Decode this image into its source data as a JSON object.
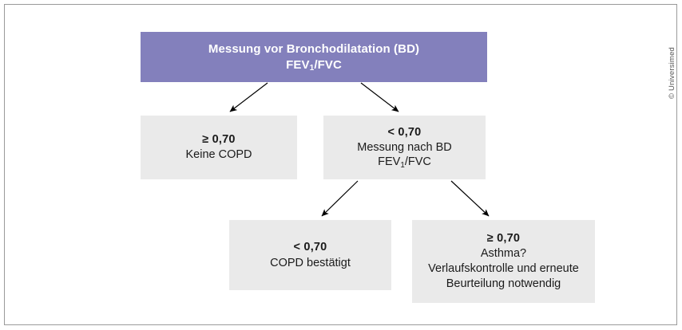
{
  "figure": {
    "credit": "© Universimed",
    "colors": {
      "root_fill": "#8380BC",
      "root_text": "#FFFFFF",
      "node_fill": "#EAEAEA",
      "node_text": "#1B1B1B",
      "arrow": "#000000",
      "frame": "#9A9A9A",
      "background": "#FFFFFF"
    }
  },
  "chart_data": {
    "type": "flowchart",
    "title": "Messung vor Bronchodilatation (BD) FEV1/FVC",
    "nodes": [
      {
        "id": "root",
        "style": "purple",
        "lines": [
          {
            "text": "Messung vor Bronchodilatation (BD)",
            "bold": true
          },
          {
            "text": "FEV1/FVC",
            "bold": true,
            "subscript": "1"
          }
        ]
      },
      {
        "id": "no-copd",
        "style": "grey",
        "lines": [
          {
            "text": "≥ 0,70",
            "bold": true
          },
          {
            "text": "Keine COPD",
            "bold": false
          }
        ]
      },
      {
        "id": "post-bd",
        "style": "grey",
        "lines": [
          {
            "text": "< 0,70",
            "bold": true
          },
          {
            "text": "Messung nach BD",
            "bold": false
          },
          {
            "text": "FEV1/FVC",
            "bold": false,
            "subscript": "1"
          }
        ]
      },
      {
        "id": "copd-confirmed",
        "style": "grey",
        "lines": [
          {
            "text": "< 0,70",
            "bold": true
          },
          {
            "text": "COPD bestätigt",
            "bold": false
          }
        ]
      },
      {
        "id": "asthma",
        "style": "grey",
        "lines": [
          {
            "text": "≥ 0,70",
            "bold": true
          },
          {
            "text": "Asthma?",
            "bold": false
          },
          {
            "text": "Verlaufskontrolle und erneute",
            "bold": false
          },
          {
            "text": "Beurteilung notwendig",
            "bold": false
          }
        ]
      }
    ],
    "edges": [
      {
        "from": "root",
        "to": "no-copd",
        "label": ""
      },
      {
        "from": "root",
        "to": "post-bd",
        "label": ""
      },
      {
        "from": "post-bd",
        "to": "copd-confirmed",
        "label": ""
      },
      {
        "from": "post-bd",
        "to": "asthma",
        "label": ""
      }
    ]
  },
  "nodes": {
    "root": {
      "line1": "Messung vor Bronchodilatation (BD)",
      "line2_a": "FEV",
      "line2_sub": "1",
      "line2_b": "/FVC"
    },
    "no_copd": {
      "line1": "≥ 0,70",
      "line2": "Keine COPD"
    },
    "post_bd": {
      "line1": "< 0,70",
      "line2": "Messung nach BD",
      "line3_a": "FEV",
      "line3_sub": "1",
      "line3_b": "/FVC"
    },
    "copd_confirmed": {
      "line1": "< 0,70",
      "line2": "COPD bestätigt"
    },
    "asthma": {
      "line1": "≥ 0,70",
      "line2": "Asthma?",
      "line3": "Verlaufskontrolle und erneute",
      "line4": "Beurteilung notwendig"
    }
  }
}
